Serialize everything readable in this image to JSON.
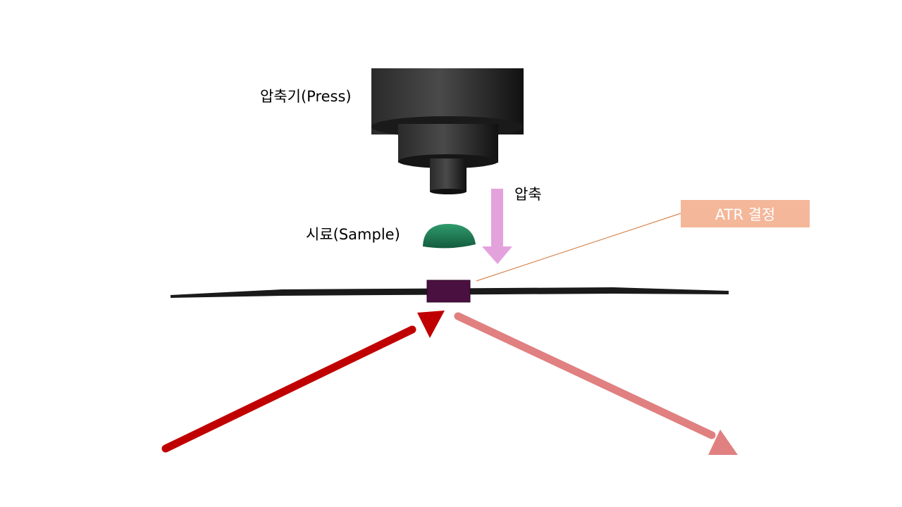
{
  "labels": {
    "press": "압축기(Press)",
    "compress": "압축",
    "sample": "시료(Sample)",
    "crystal": "ATR 결정"
  },
  "colors": {
    "press_body": "#1f1f1f",
    "sample": "#1f7a55",
    "compress_arrow": "#e4a2dd",
    "crystal": "#4a1040",
    "plate": "#1a1a1a",
    "incident_beam": "#c00000",
    "reflected_beam": "#e08080",
    "label_box": "#f4b79a",
    "leader_line": "#d98850"
  },
  "icons": [
    "press",
    "sample-dome",
    "compress-arrow",
    "atr-crystal",
    "incident-beam-arrow",
    "reflected-beam-arrow"
  ]
}
